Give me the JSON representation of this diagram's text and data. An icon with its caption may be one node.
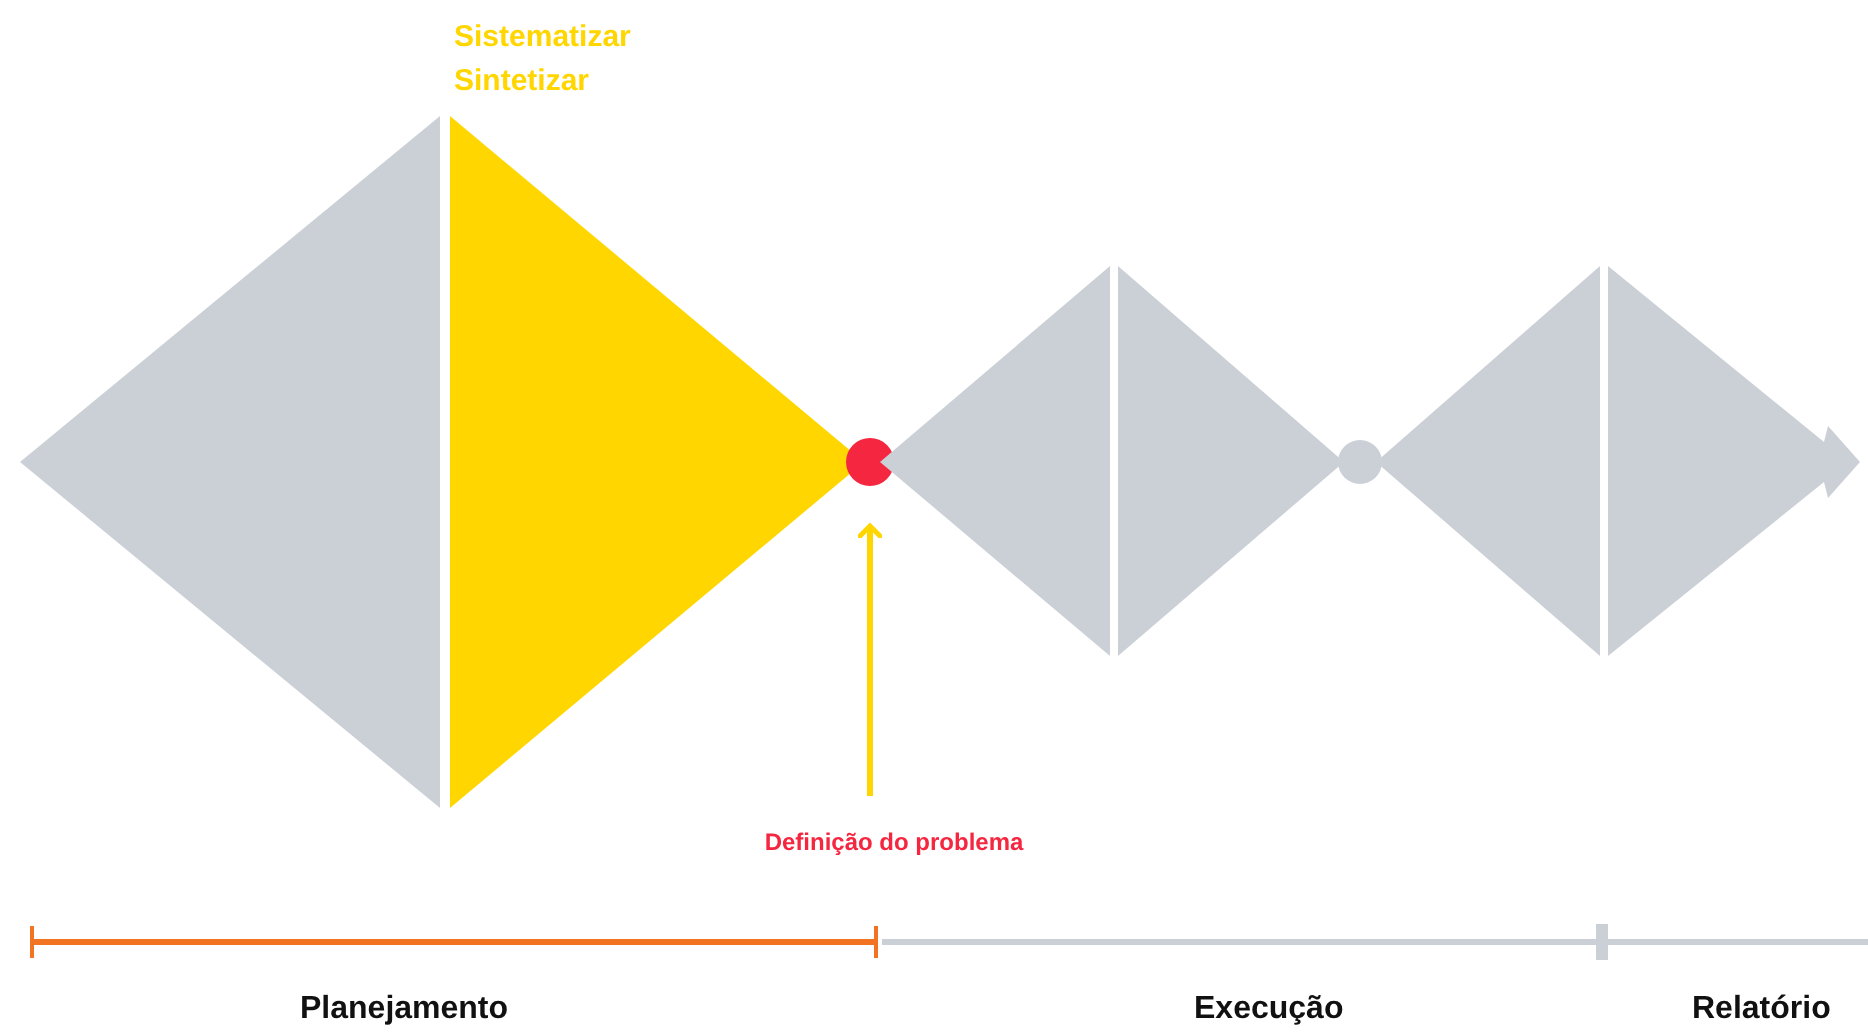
{
  "diagram": {
    "nodes": [
      {
        "text": [],
        "shape": "triangle"
      },
      {
        "text": [
          "Sistematizar",
          "Sintetizar"
        ]
      },
      {
        "text": [],
        "shape": "circle"
      },
      {
        "text": [],
        "shape": "triangle"
      },
      {
        "text": [],
        "shape": "triangle"
      },
      {
        "text": [],
        "shape": "circle"
      },
      {
        "text": [],
        "shape": "triangle"
      },
      {
        "text": [],
        "shape": "triangle"
      },
      {
        "text": [
          "Definição do problema"
        ]
      }
    ],
    "edges": [
      {
        "from": 8,
        "to": 2,
        "arrow": "to"
      }
    ],
    "labels": [
      "Planejamento",
      "Execução",
      "Relatório"
    ]
  }
}
